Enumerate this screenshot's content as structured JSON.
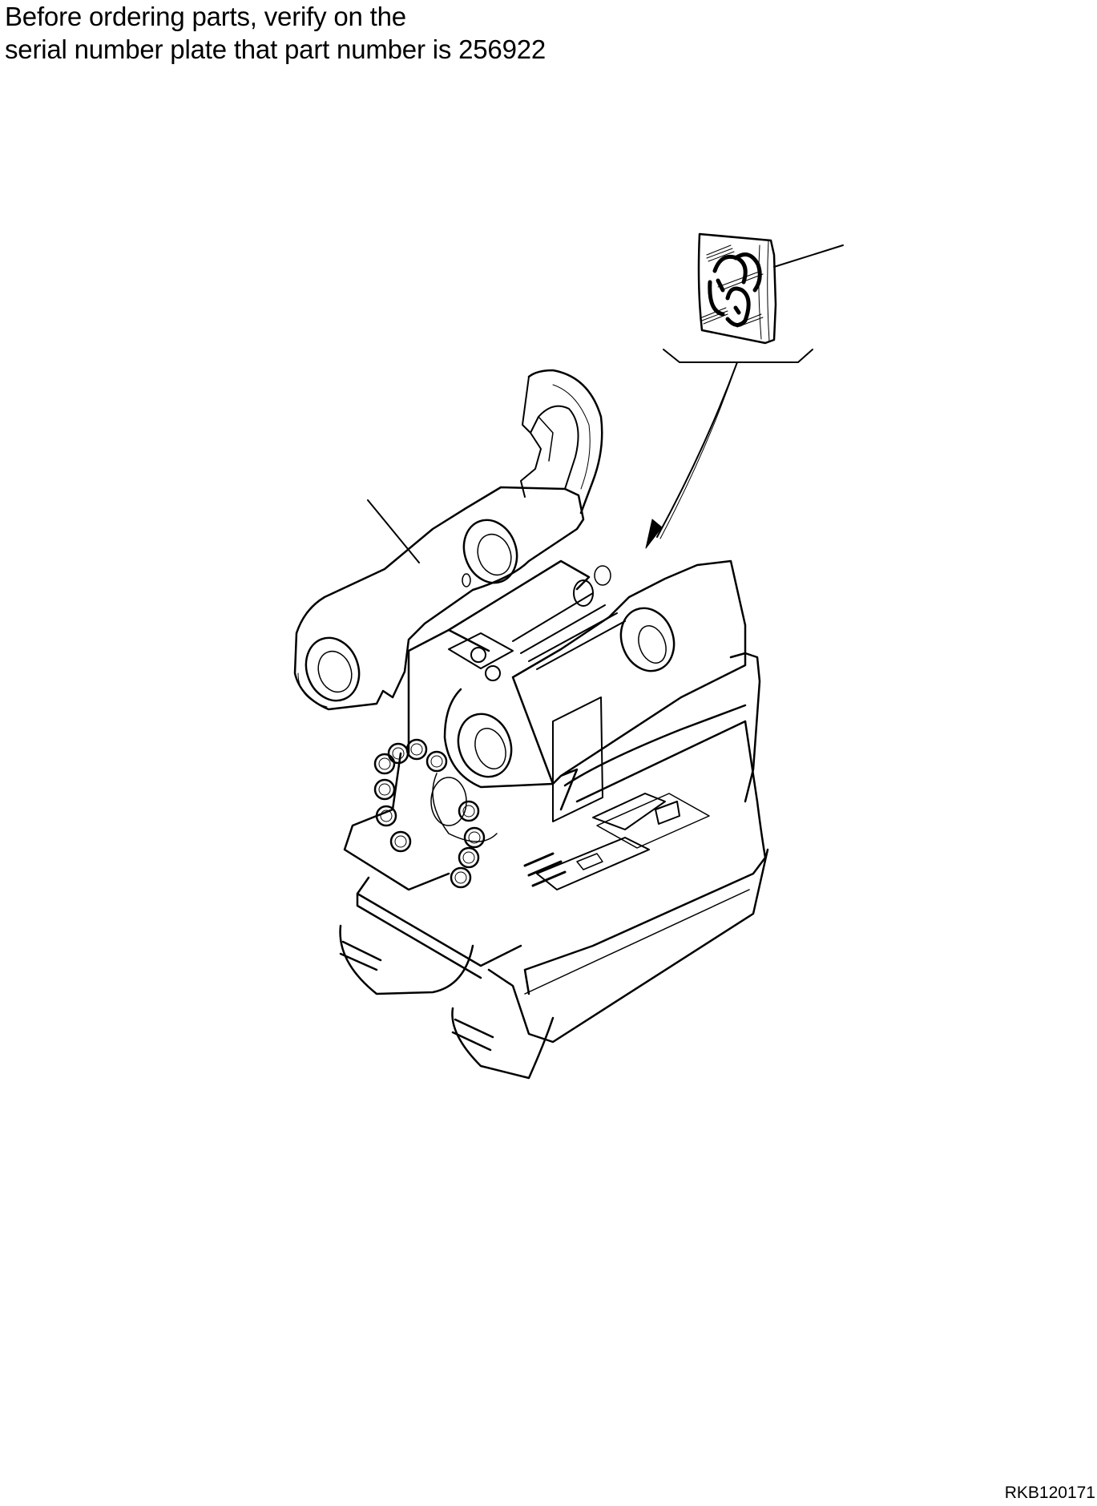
{
  "header": {
    "line1": "Before ordering parts, verify on the",
    "line2": "serial number plate that part number is 256922"
  },
  "illustration": {
    "subject": "quick coupler assembly",
    "callouts": [
      {
        "id": "main-assembly-leader",
        "target": "coupler frame"
      },
      {
        "id": "decal-leader",
        "target": "decal"
      }
    ],
    "decal_icon": "decal-pictogram-icon"
  },
  "figure_id": "RKB120171"
}
